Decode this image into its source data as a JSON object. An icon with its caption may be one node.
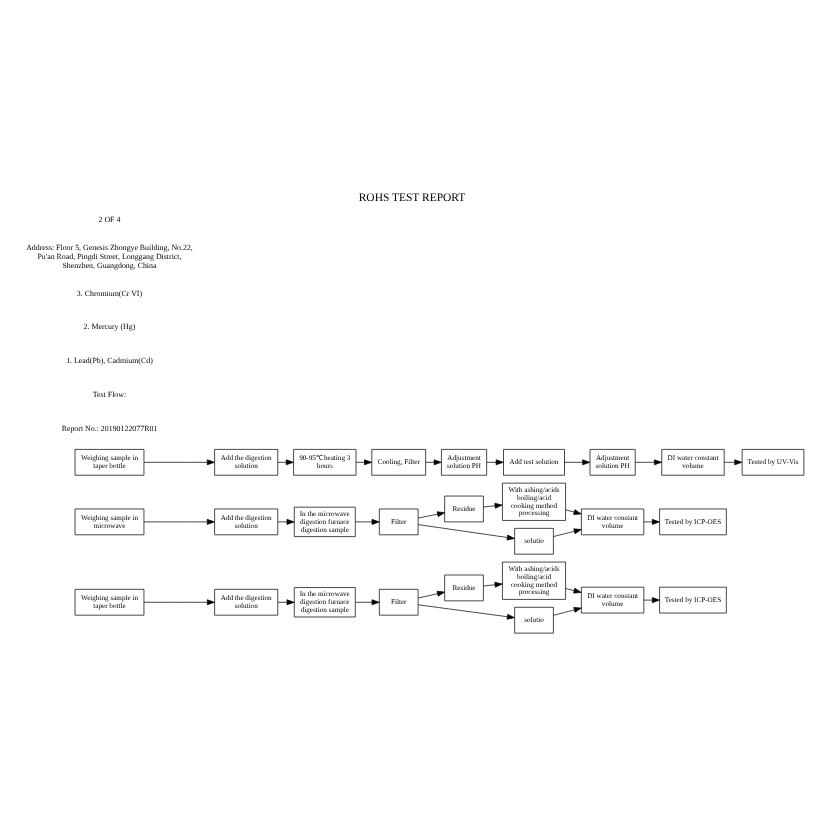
{
  "diagram": {
    "title": "ROHS TEST REPORT",
    "nodes": [
      {
        "text": [
          "Weighing sample in taper bottle"
        ]
      },
      {
        "text": [
          "Add the digestion solution"
        ]
      },
      {
        "text": [
          "In the microwave digestion furnace digestion sample"
        ]
      },
      {
        "text": [
          "Filter"
        ]
      },
      {
        "text": [
          "Residue"
        ]
      },
      {
        "text": [
          "With ashing/acids boiling/acid cooking method processing"
        ]
      },
      {
        "text": [
          "solutio"
        ]
      },
      {
        "text": [
          "DI water constant volume"
        ]
      },
      {
        "text": [
          "Tested by ICP-OES"
        ]
      },
      {
        "text": [
          "Weighing sample in microwave"
        ]
      },
      {
        "text": [
          "Add the digestion solution"
        ]
      },
      {
        "text": [
          "In the microwave digestion furnace digestion sample"
        ]
      },
      {
        "text": [
          "Filter"
        ]
      },
      {
        "text": [
          "Residue"
        ]
      },
      {
        "text": [
          "With ashing/acids boiling/acid cooking method processing"
        ]
      },
      {
        "text": [
          "solutio"
        ]
      },
      {
        "text": [
          "DI water constant volume"
        ]
      },
      {
        "text": [
          "Tested by ICP-OES"
        ]
      },
      {
        "text": [
          "Weighing sample in taper bottle"
        ]
      },
      {
        "text": [
          "Add the digestion solution"
        ]
      },
      {
        "text": [
          "90-95℃heating 3 hours"
        ]
      },
      {
        "text": [
          "Cooling, Filter"
        ]
      },
      {
        "text": [
          "Adjustment solution PH"
        ]
      },
      {
        "text": [
          "Add test solution"
        ]
      },
      {
        "text": [
          "Adjustment solution PH"
        ]
      },
      {
        "text": [
          "DI water constant volume"
        ]
      },
      {
        "text": [
          "Tested by UV-Vis"
        ]
      }
    ],
    "edges": [
      {
        "from": 0,
        "to": 1,
        "arrow": "to"
      },
      {
        "from": 1,
        "to": 2,
        "arrow": "to"
      },
      {
        "from": 2,
        "to": 3,
        "arrow": "to"
      },
      {
        "from": 3,
        "to": 4,
        "arrow": "to"
      },
      {
        "from": 3,
        "to": 6,
        "arrow": "to"
      },
      {
        "from": 4,
        "to": 5,
        "arrow": "to"
      },
      {
        "from": 5,
        "to": 7,
        "arrow": "to"
      },
      {
        "from": 6,
        "to": 7,
        "arrow": "to"
      },
      {
        "from": 7,
        "to": 8,
        "arrow": "to"
      },
      {
        "from": 9,
        "to": 10,
        "arrow": "to"
      },
      {
        "from": 10,
        "to": 11,
        "arrow": "to"
      },
      {
        "from": 11,
        "to": 12,
        "arrow": "to"
      },
      {
        "from": 12,
        "to": 13,
        "arrow": "to"
      },
      {
        "from": 12,
        "to": 15,
        "arrow": "to"
      },
      {
        "from": 13,
        "to": 14,
        "arrow": "to"
      },
      {
        "from": 14,
        "to": 16,
        "arrow": "to"
      },
      {
        "from": 15,
        "to": 16,
        "arrow": "to"
      },
      {
        "from": 16,
        "to": 17,
        "arrow": "to"
      },
      {
        "from": 18,
        "to": 19,
        "arrow": "to"
      },
      {
        "from": 19,
        "to": 20,
        "arrow": "to"
      },
      {
        "from": 20,
        "to": 21,
        "arrow": "to"
      },
      {
        "from": 21,
        "to": 22,
        "arrow": "to"
      },
      {
        "from": 22,
        "to": 23,
        "arrow": "to"
      },
      {
        "from": 23,
        "to": 24,
        "arrow": "to"
      },
      {
        "from": 24,
        "to": 25,
        "arrow": "to"
      },
      {
        "from": 25,
        "to": 26,
        "arrow": "to"
      }
    ],
    "labels": [
      "Report No.: 20190122077R01",
      "Test Flow:",
      "1. Lead(Pb), Cadmium(Cd)",
      "2. Mercury (Hg)",
      "3. Chromium(Cr VI)",
      "Address: Floor 5, Genesis Zhongye Building, No.22, Pu'an Road, Pingdi Street, Longgang District, Shenzhen, Guangdong, China",
      "2 OF 4"
    ]
  }
}
